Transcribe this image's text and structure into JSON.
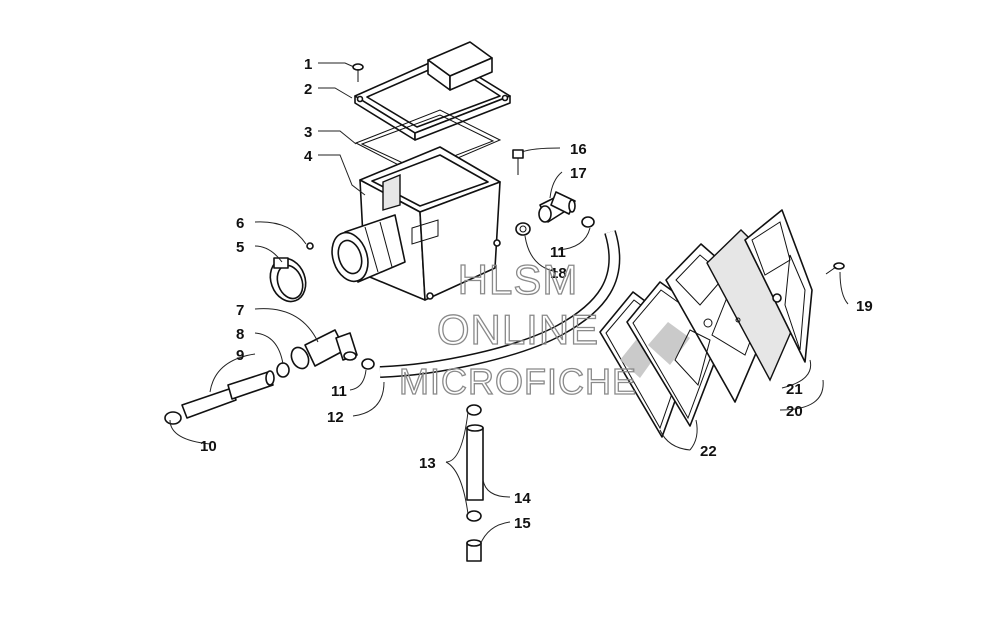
{
  "watermark": {
    "line1": "HLSM",
    "line2": "ONLINE",
    "line3": "MICROFICHE"
  },
  "callouts": [
    {
      "id": "c1",
      "label": "1"
    },
    {
      "id": "c2",
      "label": "2"
    },
    {
      "id": "c3",
      "label": "3"
    },
    {
      "id": "c4",
      "label": "4"
    },
    {
      "id": "c5",
      "label": "5"
    },
    {
      "id": "c6",
      "label": "6"
    },
    {
      "id": "c7",
      "label": "7"
    },
    {
      "id": "c8",
      "label": "8"
    },
    {
      "id": "c9",
      "label": "9"
    },
    {
      "id": "c10",
      "label": "10"
    },
    {
      "id": "c11a",
      "label": "11"
    },
    {
      "id": "c11b",
      "label": "11"
    },
    {
      "id": "c12",
      "label": "12"
    },
    {
      "id": "c13",
      "label": "13"
    },
    {
      "id": "c14",
      "label": "14"
    },
    {
      "id": "c15",
      "label": "15"
    },
    {
      "id": "c16",
      "label": "16"
    },
    {
      "id": "c17",
      "label": "17"
    },
    {
      "id": "c18",
      "label": "18"
    },
    {
      "id": "c19",
      "label": "19"
    },
    {
      "id": "c20",
      "label": "20"
    },
    {
      "id": "c21",
      "label": "21"
    },
    {
      "id": "c22",
      "label": "22"
    }
  ]
}
